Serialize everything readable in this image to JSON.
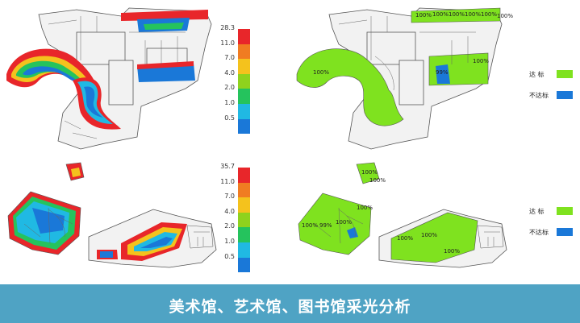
{
  "title": "美术馆、艺术馆、图书馆采光分析",
  "scales": {
    "top": [
      "28.3",
      "11.0",
      "7.0",
      "4.0",
      "2.0",
      "1.0",
      "0.5"
    ],
    "bottom": [
      "35.7",
      "11.0",
      "7.0",
      "4.0",
      "2.0",
      "1.0",
      "0.5"
    ],
    "colors": [
      "#e8262a",
      "#f07c22",
      "#f4c21d",
      "#8fd21d",
      "#25c35d",
      "#20b9e3",
      "#1a78d8"
    ]
  },
  "legend": {
    "pass_label": "达  标",
    "fail_label": "不达标",
    "pass_color": "#7fe21f",
    "fail_color": "#1a78d8"
  },
  "plan_labels": {
    "top_right": [
      "100%",
      "100%",
      "100%",
      "100%",
      "100%",
      "100%",
      "100%",
      "100%",
      "99%"
    ],
    "bottom_right": [
      "100%",
      "100%",
      "100%",
      "100%",
      "99%",
      "100%",
      "100%",
      "100%",
      "100%"
    ]
  }
}
